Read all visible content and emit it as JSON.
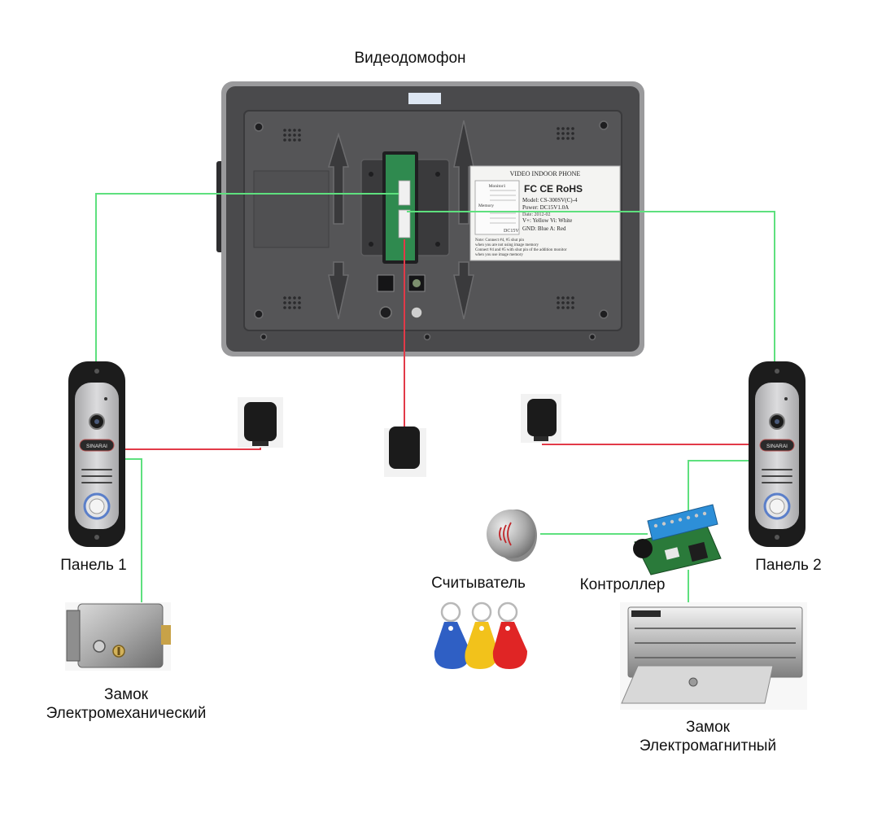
{
  "labels": {
    "monitor": "Видеодомофон",
    "panel1": "Панель 1",
    "panel2": "Панель 2",
    "reader": "Считыватель",
    "controller": "Контроллер",
    "lock_mech_line1": "Замок",
    "lock_mech_line2": "Электромеханический",
    "lock_mag_line1": "Замок",
    "lock_mag_line2": "Электромагнитный"
  },
  "monitor_sticker": {
    "heading": "VIDEO INDOOR PHONE",
    "certs": "FC CE RoHS",
    "model": "Model: CS-300SV(C)-4",
    "power": "Power: DC15V1.0A",
    "date": "Date: 2012-02",
    "colors_1": "V+: Yellow  Vi: White",
    "colors_2": "GND: Blue   A: Red",
    "note_1": "Note: Connect #4, #5 shut pin",
    "note_2": "when you are not using image memory",
    "note_3": "Connect #4 and #5 with shut pin of the addition monitor",
    "note_4": "when you use image memory",
    "monitor_label": "Monitor1",
    "memory_label": "Memory",
    "dc_label": "DC15V"
  },
  "panel_brand": "SINARAI",
  "colors": {
    "signal_wire": "#5ee07e",
    "power_wire": "#e23a48",
    "monitor_body": "#4a4a4c",
    "monitor_rim": "#9a9a9c",
    "panel_body": "#1c1c1c",
    "panel_face": "#c9c9cb",
    "key_blue": "#2f5fc4",
    "key_yellow": "#f2c21b",
    "key_red": "#e02525",
    "controller_terminal": "#2d8fd8",
    "controller_board": "#2a7a3a"
  }
}
